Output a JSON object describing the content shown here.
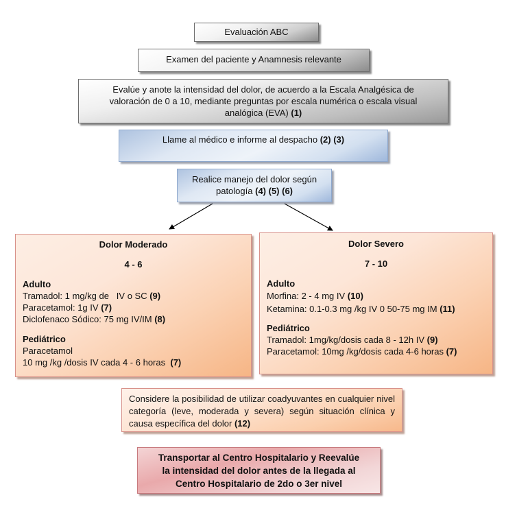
{
  "flow": {
    "step1": {
      "text": "Evaluación ABC"
    },
    "step2": {
      "text": "Examen del paciente y Anamnesis relevante"
    },
    "step3": {
      "line1": "Evalúe y anote la intensidad del dolor, de acuerdo a la Escala Analgésica de",
      "line2": "valoración de 0 a 10, mediante preguntas por escala numérica o escala visual",
      "line3": "analógica (EVA)",
      "ref": "(1)"
    },
    "step4": {
      "text": "Llame al médico e informe al despacho",
      "ref": "(2) (3)"
    },
    "step5": {
      "line1": "Realice manejo del dolor según",
      "line2": "patología",
      "ref": "(4) (5) (6)"
    },
    "moderate": {
      "title": "Dolor Moderado",
      "range": "4 - 6",
      "adult_label": "Adulto",
      "adult": [
        {
          "text": "Tramadol: 1 mg/kg de   IV o SC",
          "ref": "(9)"
        },
        {
          "text": "Paracetamol: 1g IV",
          "ref": "(7)"
        },
        {
          "text": "Diclofenaco Sódico: 75 mg IV/IM",
          "ref": "(8)"
        }
      ],
      "pediatric_label": "Pediátrico",
      "pediatric": [
        {
          "text": "Paracetamol",
          "ref": ""
        },
        {
          "text": "10 mg /kg /dosis IV cada 4 - 6 horas ",
          "ref": "(7)"
        }
      ]
    },
    "severe": {
      "title": "Dolor Severo",
      "range": "7 - 10",
      "adult_label": "Adulto",
      "adult": [
        {
          "text": "Morfina: 2 - 4 mg IV",
          "ref": "(10)"
        },
        {
          "text": "Ketamina: 0.1-0.3 mg /kg IV 0 50-75 mg IM",
          "ref": "(11)"
        }
      ],
      "pediatric_label": "Pediátrico",
      "pediatric": [
        {
          "text": "Tramadol: 1mg/kg/dosis cada 8 - 12h IV",
          "ref": "(9)"
        },
        {
          "text": "Paracetamol: 10mg /kg/dosis cada 4-6 horas",
          "ref": "(7)"
        }
      ]
    },
    "adjuvants": {
      "text": "Considere la posibilidad de utilizar coadyuvantes en cualquier nivel categoría (leve, moderada y severa) según situación clínica y causa específica del dolor",
      "ref": "(12)"
    },
    "transport": {
      "line1": "Transportar al Centro Hospitalario y Reevalúe",
      "line2": "la intensidad del dolor antes de la llegada al",
      "line3": "Centro Hospitalario de 2do o 3er nivel"
    }
  }
}
